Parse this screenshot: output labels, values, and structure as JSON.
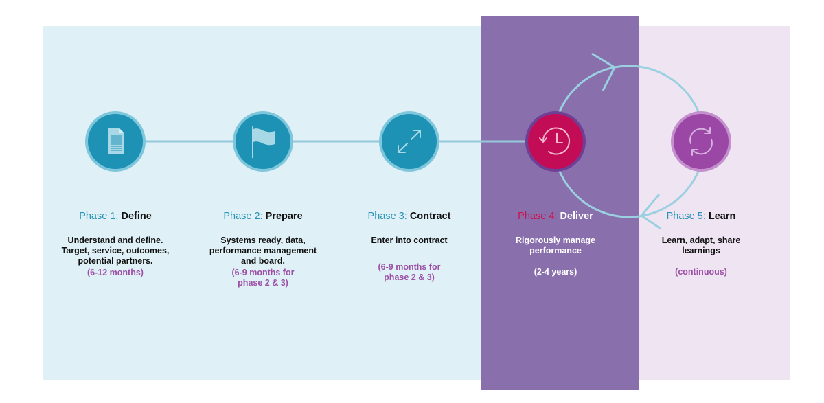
{
  "phases": [
    {
      "number": "Phase 1:",
      "name": "Define",
      "icon": "document-icon",
      "description": [
        "Understand and define.",
        "Target, service, outcomes,",
        "potential partners."
      ],
      "duration": [
        "(6-12 months)"
      ]
    },
    {
      "number": "Phase 2:",
      "name": "Prepare",
      "icon": "flag-icon",
      "description": [
        "Systems ready, data,",
        "performance management",
        "and board."
      ],
      "duration": [
        "(6-9 months for",
        "phase 2 & 3)"
      ]
    },
    {
      "number": "Phase 3:",
      "name": "Contract",
      "icon": "expand-arrows-icon",
      "description": [
        "Enter into contract"
      ],
      "duration": [
        "(6-9 months for",
        "phase 2 & 3)"
      ]
    },
    {
      "number": "Phase 4:",
      "name": "Deliver",
      "icon": "clock-history-icon",
      "description": [
        "Rigorously manage",
        "performance"
      ],
      "duration": [
        "(2-4 years)"
      ]
    },
    {
      "number": "Phase 5:",
      "name": "Learn",
      "icon": "cycle-icon",
      "description": [
        "Learn, adapt, share",
        "learnings"
      ],
      "duration": [
        "(continuous)"
      ]
    }
  ],
  "colors": {
    "teal_panel": "#dff0f6",
    "teal_circle": "#1e92b5",
    "teal_text": "#2a93b6",
    "deliver_panel": "#8a6fad",
    "deliver_circle": "#c20d56",
    "learn_panel": "#efe5f2",
    "learn_circle": "#9a47a6",
    "duration_text": "#9b4fa5",
    "connector": "#95c9da"
  }
}
